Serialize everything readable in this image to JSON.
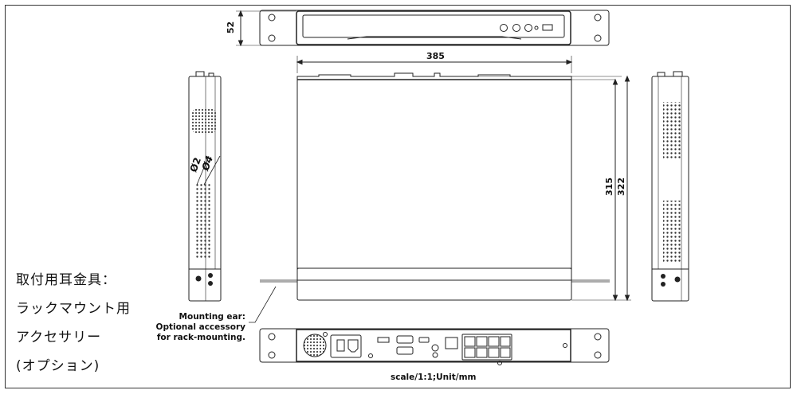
{
  "dimensions": {
    "height": "52",
    "width": "385",
    "depth_body": "315",
    "depth_total": "322",
    "hole_small": "Ø2",
    "hole_large": "Ø4"
  },
  "japanese_label": {
    "line1": "取付用耳金具：",
    "line2": "ラックマウント用",
    "line3": "アクセサリー",
    "line4": "(オプション)"
  },
  "mounting_note": {
    "line1": "Mounting ear:",
    "line2": "Optional accessory",
    "line3": "for rack-mounting."
  },
  "scale_text": "scale/1:1;Unit/mm"
}
